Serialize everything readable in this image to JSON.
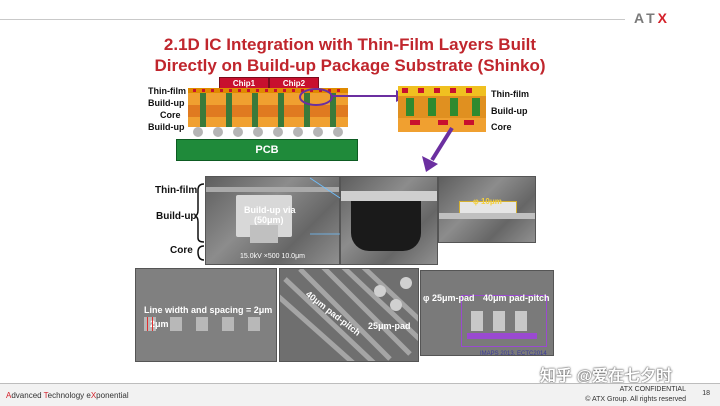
{
  "header": {
    "logo_text": "ATX",
    "title_line1": "2.1D IC Integration with Thin-Film Layers Built",
    "title_line2": "Directly on Build-up Package Substrate (Shinko)"
  },
  "package_diagram": {
    "chip1": "Chip1",
    "chip2": "Chip2",
    "labels": [
      "Thin-film",
      "Build-up",
      "Core",
      "Build-up"
    ],
    "pcb": "PCB"
  },
  "zoom_diagram": {
    "labels": [
      "Thin-film",
      "Build-up",
      "Core"
    ]
  },
  "cross_section": {
    "labels": [
      "Thin-film",
      "Build-up",
      "Core"
    ],
    "via_text": "Build-up via",
    "via_size": "(50μm)",
    "scale_text": "15.0kV ×500 10.0μm",
    "detail_dim": "φ 10μm"
  },
  "sem_row": {
    "line_spacing_text": "Line width and spacing = 2μm",
    "line_dim": "2μm",
    "pad_pitch": "40μm pad-pitch",
    "pad_size": "25μm-pad",
    "pad_size_phi": "φ 25μm-pad",
    "pad_pitch_box": "40μm pad-pitch",
    "reference": "IMAPS 2013, ECTC2014"
  },
  "footer": {
    "tagline_a": "A",
    "tagline_a_rest": "dvanced ",
    "tagline_t": "T",
    "tagline_t_rest": "echnology e",
    "tagline_x": "X",
    "tagline_x_rest": "ponential",
    "confidential": "ATX CONFIDENTIAL",
    "copyright": "© ATX Group. All rights reserved",
    "page_number": "18"
  },
  "watermark": "知乎 @爱在七夕时"
}
